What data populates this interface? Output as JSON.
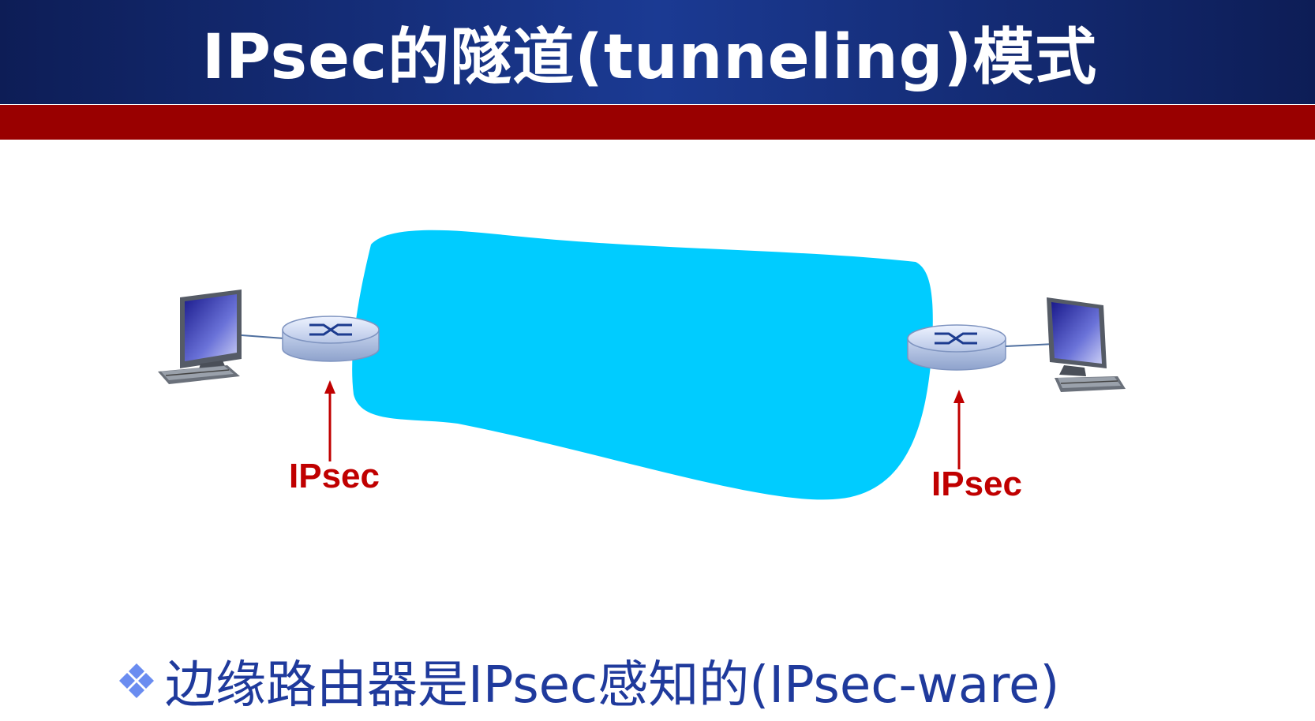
{
  "slide": {
    "title": "IPsec的隧道(tunneling)模式",
    "labels": {
      "left": "IPsec",
      "right": "IPsec"
    },
    "bullet": "边缘路由器是IPsec感知的(IPsec-ware)"
  },
  "colors": {
    "title_bg": "#1b3a93",
    "accent_band": "#990000",
    "cloud": "#00ccff",
    "label": "#c00000",
    "bullet_text": "#1f3a9c"
  }
}
